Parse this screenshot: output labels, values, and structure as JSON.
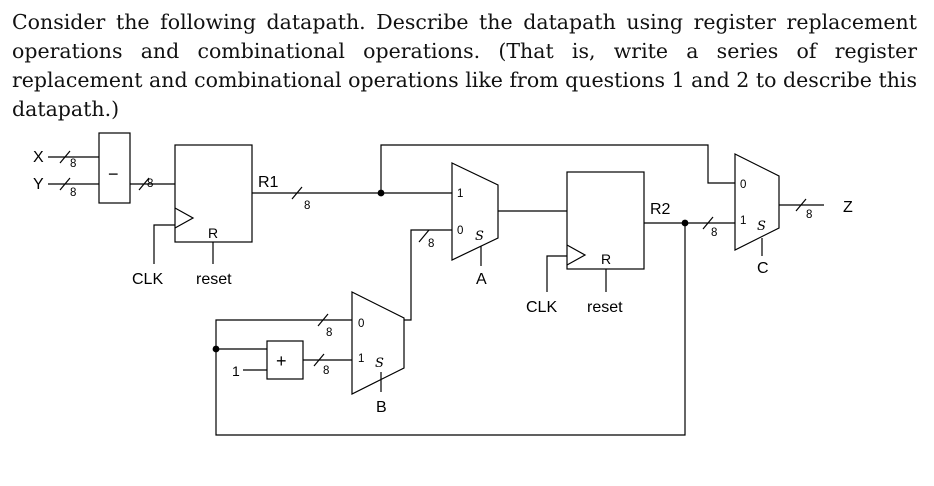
{
  "question": {
    "text": "Consider the following datapath. Describe the datapath using register replacement operations and combinational operations. (That is, write a series of register replacement and combinational operations like from questions 1 and 2 to describe this datapath.)"
  },
  "diagram": {
    "inputs": {
      "x": "X",
      "y": "Y",
      "one": "1"
    },
    "output": "Z",
    "bus_width": "8",
    "subtractor_symbol": "−",
    "adder_symbol": "+",
    "registers": [
      {
        "name": "R1",
        "reset_pin": "R",
        "clock_label": "CLK",
        "reset_label": "reset"
      },
      {
        "name": "R2",
        "reset_pin": "R",
        "clock_label": "CLK",
        "reset_label": "reset"
      }
    ],
    "muxes": [
      {
        "select_name": "A",
        "input_top": "1",
        "input_bottom": "0",
        "select_pin": "S"
      },
      {
        "select_name": "B",
        "input_top": "0",
        "input_bottom": "1",
        "select_pin": "S"
      },
      {
        "select_name": "C",
        "input_top": "0",
        "input_bottom": "1",
        "select_pin": "S"
      }
    ]
  }
}
